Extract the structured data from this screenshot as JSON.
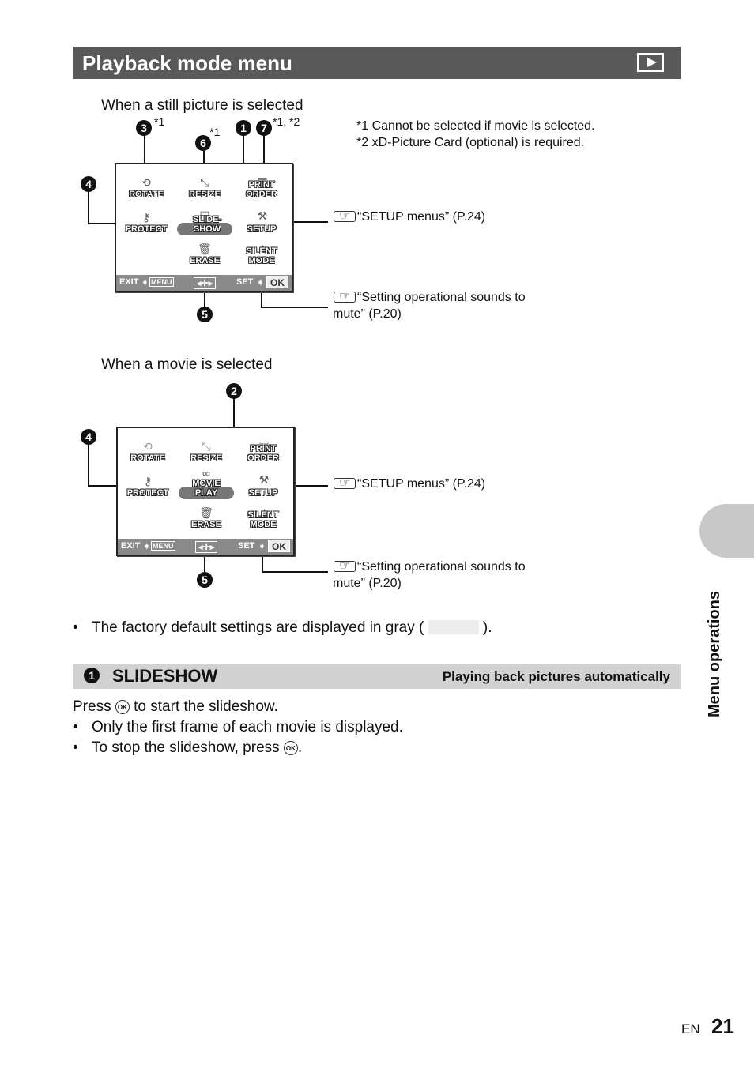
{
  "header": {
    "title": "Playback mode menu",
    "icon": "playback-icon"
  },
  "still": {
    "caption": "When a still picture is selected",
    "markers": {
      "m3": "3",
      "m3_note": "*1",
      "m6": "6",
      "m6_note": "*1",
      "m1": "1",
      "m7": "7",
      "m17_note": "*1, *2",
      "m4": "4",
      "m5": "5"
    },
    "notes": [
      "*1 Cannot be selected if movie is selected.",
      "*2 xD-Picture Card (optional) is required."
    ],
    "menu": {
      "rotate": "ROTATE",
      "resize": "RESIZE",
      "print1": "PRINT",
      "print2": "ORDER",
      "protect": "PROTECT",
      "sel1": "SLIDE-",
      "sel2": "SHOW",
      "setup": "SETUP",
      "erase": "ERASE",
      "silent1": "SILENT",
      "silent2": "MODE",
      "exit": "EXIT",
      "menu": "MENU",
      "set": "SET",
      "ok": "OK"
    },
    "ref_setup": "“SETUP menus” (P.24)",
    "ref_sound1": "“Setting operational sounds to",
    "ref_sound2": "mute” (P.20)"
  },
  "movie": {
    "caption": "When a movie is selected",
    "markers": {
      "m2": "2",
      "m4": "4",
      "m5": "5"
    },
    "menu": {
      "rotate": "ROTATE",
      "resize": "RESIZE",
      "print1": "PRINT",
      "print2": "ORDER",
      "protect": "PROTECT",
      "sel1": "MOVIE",
      "sel2": "PLAY",
      "setup": "SETUP",
      "erase": "ERASE",
      "silent1": "SILENT",
      "silent2": "MODE",
      "exit": "EXIT",
      "menu": "MENU",
      "set": "SET",
      "ok": "OK"
    },
    "ref_setup": "“SETUP menus” (P.24)",
    "ref_sound1": "“Setting operational sounds to",
    "ref_sound2": "mute” (P.20)"
  },
  "defaults_note": {
    "before": "The factory default settings are displayed in gray (",
    "after": ")."
  },
  "section": {
    "number": "1",
    "title": "SLIDESHOW",
    "subtitle": "Playing back pictures automatically"
  },
  "body": {
    "press_before": "Press",
    "press_after": "to start the slideshow.",
    "bullet1": "Only the first frame of each movie is displayed.",
    "bullet2": "To stop the slideshow, press",
    "ok_label": "OK"
  },
  "side_tab": "Menu operations",
  "footer": {
    "lang": "EN",
    "page": "21"
  }
}
